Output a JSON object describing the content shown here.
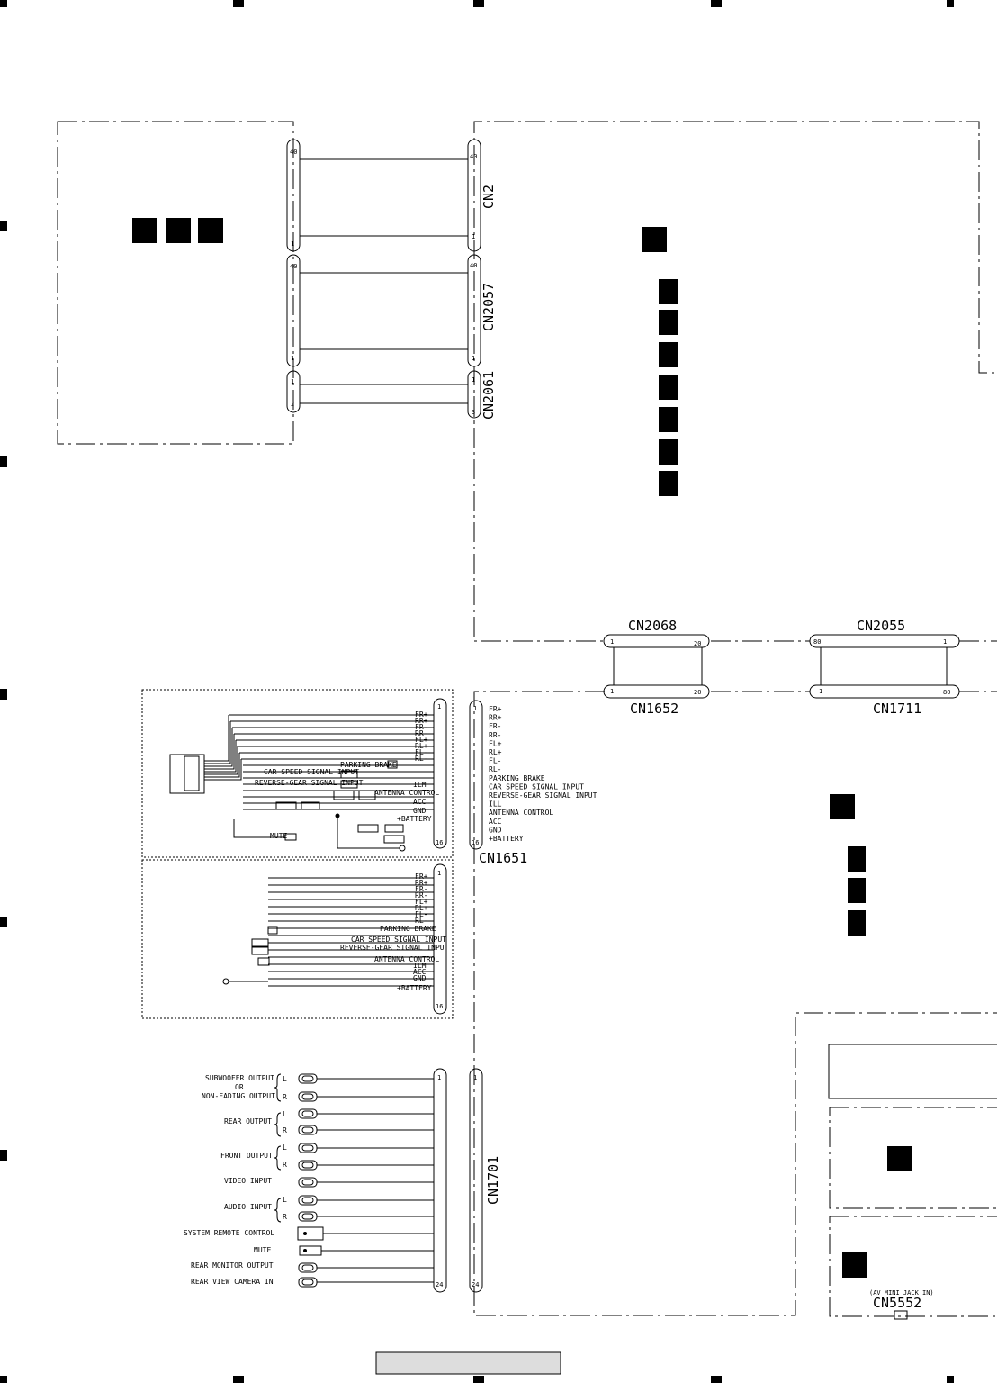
{
  "connectors": {
    "cn2": "CN2",
    "cn2057": "CN2057",
    "cn2061": "CN2061",
    "cn2068": "CN2068",
    "cn2055": "CN2055",
    "cn1652": "CN1652",
    "cn1711": "CN1711",
    "cn1651": "CN1651",
    "cn1701": "CN1701",
    "cn5552": "CN5552"
  },
  "pins": {
    "p1": "1",
    "p2": "2",
    "p3": "3",
    "p16": "16",
    "p20": "20",
    "p24": "24",
    "p40": "40",
    "p80": "80"
  },
  "harness_a": {
    "signals": [
      "FR+",
      "RR+",
      "FR-",
      "RR-",
      "FL+",
      "RL+",
      "FL-",
      "RL-"
    ],
    "parking_brake": "PARKING BRAKE",
    "car_speed": "CAR SPEED SIGNAL INPUT",
    "reverse_gear": "REVERSE-GEAR SIGNAL INPUT",
    "ilm": "ILM",
    "antenna": "ANTENNA CONTROL",
    "acc": "ACC",
    "gnd": "GND",
    "battery": "+BATTERY",
    "mute": "MUTE"
  },
  "harness_b": {
    "signals": [
      "FR+",
      "RR+",
      "FR-",
      "RR-",
      "FL+",
      "RL+",
      "FL-",
      "RL-"
    ],
    "parking_brake": "PARKING BRAKE",
    "car_speed": "CAR SPEED SIGNAL INPUT",
    "reverse_gear": "REVERSE-GEAR SIGNAL INPUT",
    "antenna": "ANTENNA CONTROL",
    "ilm": "ILM",
    "acc": "ACC",
    "gnd": "GND",
    "battery": "+BATTERY"
  },
  "cn1651_labels": [
    "FR+",
    "RR+",
    "FR-",
    "RR-",
    "FL+",
    "RL+",
    "FL-",
    "RL-",
    "PARKING BRAKE",
    "CAR SPEED SIGNAL INPUT",
    "REVERSE-GEAR  SIGNAL INPUT",
    "ILL",
    "ANTENNA CONTROL",
    "ACC",
    "GND",
    "+BATTERY"
  ],
  "outputs": {
    "subwoofer": "SUBWOOFER OUTPUT",
    "or": "OR",
    "non_fading": "NON-FADING OUTPUT",
    "rear_output": "REAR OUTPUT",
    "front_output": "FRONT OUTPUT",
    "video_input": "VIDEO INPUT",
    "audio_input": "AUDIO INPUT",
    "system_remote": "SYSTEM REMOTE CONTROL",
    "mute": "MUTE",
    "rear_monitor": "REAR MONITOR OUTPUT",
    "rear_camera": "REAR VIEW CAMERA IN",
    "left": "L",
    "right": "R"
  },
  "av_jack": "(AV MINI JACK IN)"
}
